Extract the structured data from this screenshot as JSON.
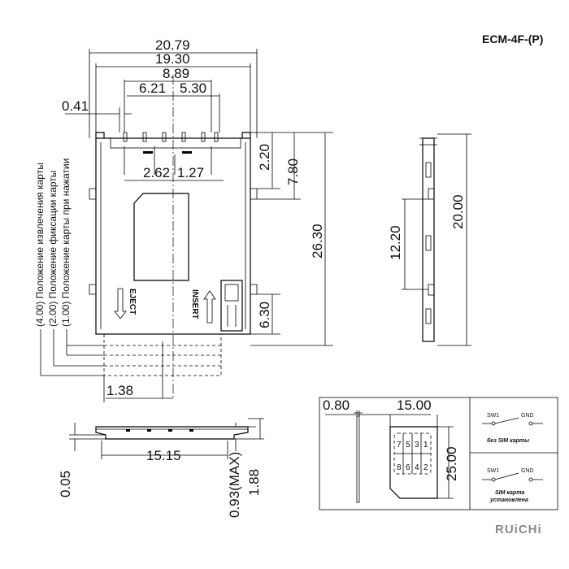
{
  "header": {
    "model": "ECM-4F-(P)",
    "brand": "RUiCHi"
  },
  "top_view": {
    "dims": {
      "overall_width": "20.79",
      "inner_width": "19.30",
      "contact_span": "8.89",
      "left_offset": "6.21",
      "right_offset": "5.30",
      "side_offset": "0.41",
      "pitch_left": "2.62",
      "pitch_right": "1.27",
      "top_a": "2.20",
      "top_b": "7.80",
      "overall_height": "26.30",
      "bottom_offset": "6.30",
      "bottom_left": "1.38"
    },
    "positions": [
      "(4.00) Положение извлечения карты",
      "(2.00) Положение фиксации карты",
      "(1.00) Положение карты при нажатии"
    ],
    "labels": {
      "eject": "EJECT",
      "insert": "INSERT"
    }
  },
  "side_view": {
    "dims": {
      "length": "15.15",
      "gap": "0.05",
      "thickness": "0.93(MAX)",
      "height": "1.88"
    }
  },
  "right_view": {
    "dims": {
      "inner": "12.20",
      "outer": "20.00"
    }
  },
  "sim_card": {
    "dims": {
      "thickness": "0.80",
      "width": "15.00",
      "height": "25.00"
    },
    "pins_top": [
      "7",
      "5",
      "3",
      "1"
    ],
    "pins_bottom": [
      "8",
      "6",
      "4",
      "2"
    ]
  },
  "switch_legend": {
    "no_card": {
      "sw": "SW1",
      "gnd": "GND",
      "caption": "без SIM карты"
    },
    "card_in": {
      "sw": "SW1",
      "gnd": "GND",
      "caption_line1": "SIM карта",
      "caption_line2": "установлена"
    }
  }
}
